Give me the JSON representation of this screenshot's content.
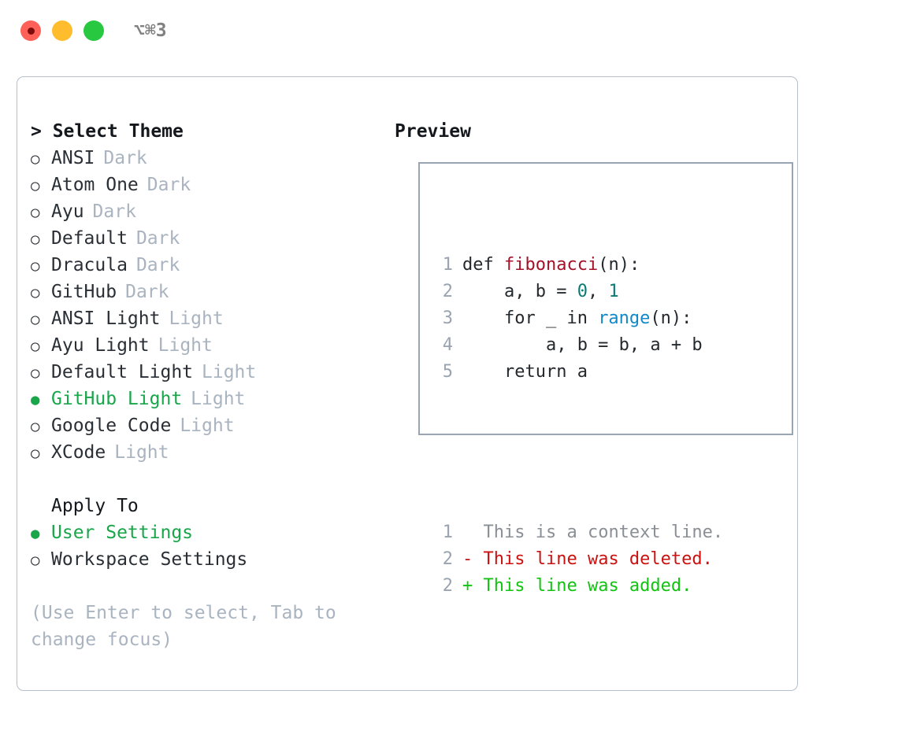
{
  "titlebar": {
    "shortcut": "⌥⌘3",
    "lights": [
      {
        "name": "close",
        "color": "#ff6159"
      },
      {
        "name": "minimize",
        "color": "#ffbd2e"
      },
      {
        "name": "zoom",
        "color": "#28c840"
      }
    ]
  },
  "colors": {
    "accent_green": "#19a64a",
    "muted": "#a9b4c0",
    "text": "#2a2f36",
    "border": "#b6bfcc",
    "preview_border": "#9aa5b3",
    "diff_add": "#12c312",
    "diff_del": "#cc1111",
    "diff_ctx": "#8a8f96",
    "syntax_function": "#a31228",
    "syntax_number": "#0b7a73",
    "syntax_builtin": "#1189c9",
    "lineno": "#9aa4b0"
  },
  "theme_picker": {
    "title": "> Select Theme",
    "selected_bullet": "●",
    "unselected_bullet": "○",
    "items": [
      {
        "name": "ANSI",
        "tag": "Dark",
        "selected": false
      },
      {
        "name": "Atom One",
        "tag": "Dark",
        "selected": false
      },
      {
        "name": "Ayu",
        "tag": "Dark",
        "selected": false
      },
      {
        "name": "Default",
        "tag": "Dark",
        "selected": false
      },
      {
        "name": "Dracula",
        "tag": "Dark",
        "selected": false
      },
      {
        "name": "GitHub",
        "tag": "Dark",
        "selected": false
      },
      {
        "name": "ANSI Light",
        "tag": "Light",
        "selected": false
      },
      {
        "name": "Ayu Light",
        "tag": "Light",
        "selected": false
      },
      {
        "name": "Default Light",
        "tag": "Light",
        "selected": false
      },
      {
        "name": "GitHub Light",
        "tag": "Light",
        "selected": true
      },
      {
        "name": "Google Code",
        "tag": "Light",
        "selected": false
      },
      {
        "name": "XCode",
        "tag": "Light",
        "selected": false
      }
    ]
  },
  "apply_to": {
    "title": "Apply To",
    "options": [
      {
        "label": "User Settings",
        "selected": true
      },
      {
        "label": "Workspace Settings",
        "selected": false
      }
    ]
  },
  "hint": "(Use Enter to select, Tab to change focus)",
  "preview": {
    "title": "Preview",
    "code_lines": [
      {
        "no": "1",
        "tokens": [
          {
            "t": "def ",
            "c": "plain"
          },
          {
            "t": "fibonacci",
            "c": "fn"
          },
          {
            "t": "(n):",
            "c": "plain"
          }
        ]
      },
      {
        "no": "2",
        "tokens": [
          {
            "t": "    a, b = ",
            "c": "plain"
          },
          {
            "t": "0",
            "c": "num"
          },
          {
            "t": ", ",
            "c": "plain"
          },
          {
            "t": "1",
            "c": "num"
          }
        ]
      },
      {
        "no": "3",
        "tokens": [
          {
            "t": "    for _ in ",
            "c": "plain"
          },
          {
            "t": "range",
            "c": "kwfn"
          },
          {
            "t": "(n):",
            "c": "plain"
          }
        ]
      },
      {
        "no": "4",
        "tokens": [
          {
            "t": "        a, b = b, a + b",
            "c": "plain"
          }
        ]
      },
      {
        "no": "5",
        "tokens": [
          {
            "t": "    return a",
            "c": "plain"
          }
        ]
      }
    ],
    "diff_lines": [
      {
        "no": "1",
        "marker": "  ",
        "text": "This is a context line.",
        "kind": "ctx"
      },
      {
        "no": "2",
        "marker": "- ",
        "text": "This line was deleted.",
        "kind": "del"
      },
      {
        "no": "2",
        "marker": "+ ",
        "text": "This line was added.",
        "kind": "add"
      }
    ]
  }
}
